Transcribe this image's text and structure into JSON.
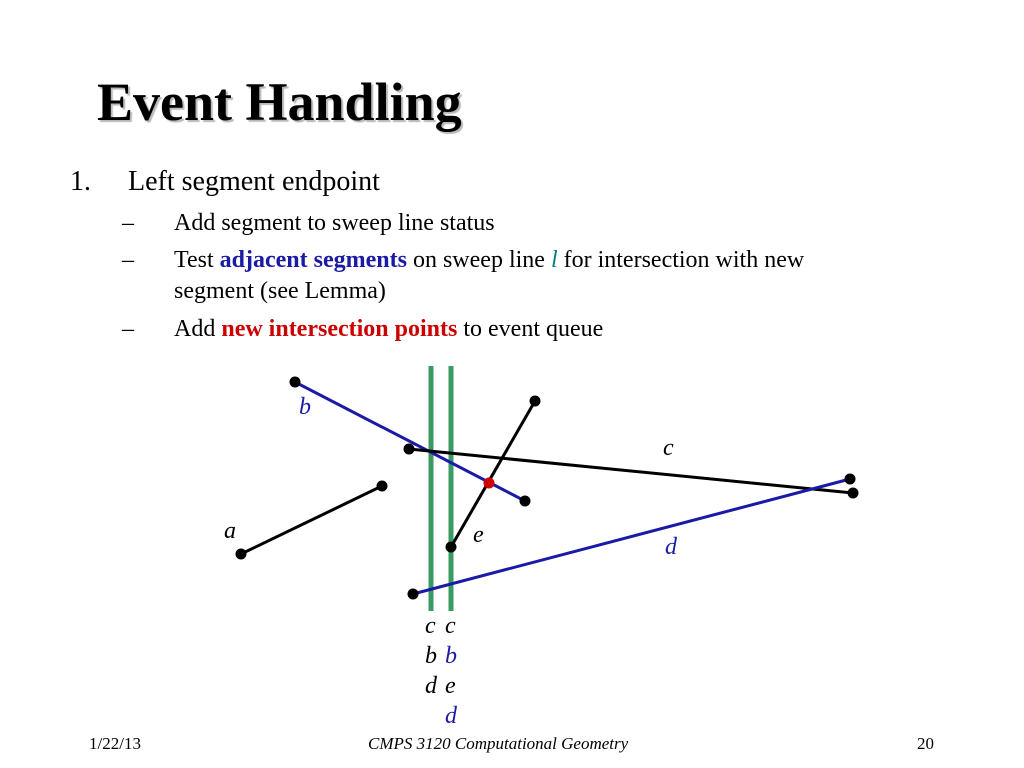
{
  "slide": {
    "title": "Event Handling",
    "item_number": "1.",
    "item_text": "Left segment endpoint",
    "bullet_dash": "–",
    "bullets": {
      "b1": {
        "text": "Add segment to sweep line status"
      },
      "b2": {
        "pre": "Test ",
        "highlight": "adjacent segments",
        "mid": " on sweep line ",
        "var": "l",
        "post": " for intersection with new",
        "cont": "segment (see Lemma)"
      },
      "b3": {
        "pre": "Add ",
        "highlight": "new intersection points",
        "post": " to event queue"
      }
    }
  },
  "diagram": {
    "labels": {
      "a": "a",
      "b": "b",
      "c": "c",
      "d": "d",
      "e": "e"
    },
    "status_before": [
      "c",
      "b",
      "d"
    ],
    "status_after": [
      "c",
      "b",
      "e",
      "d"
    ]
  },
  "colors": {
    "segment_black": "#000000",
    "segment_blue": "#1a1aa6",
    "sweep_line": "#3a9a63",
    "intersection_point": "#cc0000",
    "highlight_blue": "#1a1aa6",
    "highlight_red": "#cc0000",
    "var_teal": "#008080"
  },
  "footer": {
    "date": "1/22/13",
    "course": "CMPS 3120 Computational Geometry",
    "page": "20"
  }
}
